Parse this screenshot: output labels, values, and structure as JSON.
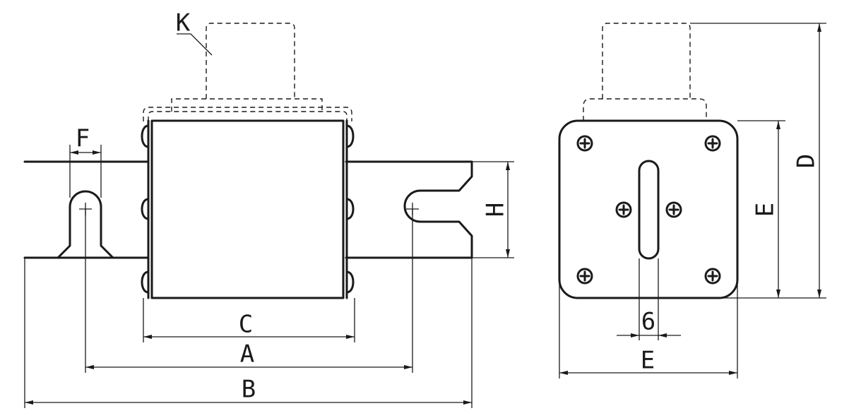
{
  "labels": {
    "k": "K",
    "f": "F",
    "h": "H",
    "c": "C",
    "a": "A",
    "b": "B",
    "d": "D",
    "e_right": "E",
    "e_bottom": "E",
    "six": "6"
  },
  "colors": {
    "ink": "#1a1a1a",
    "background": "#ffffff"
  }
}
